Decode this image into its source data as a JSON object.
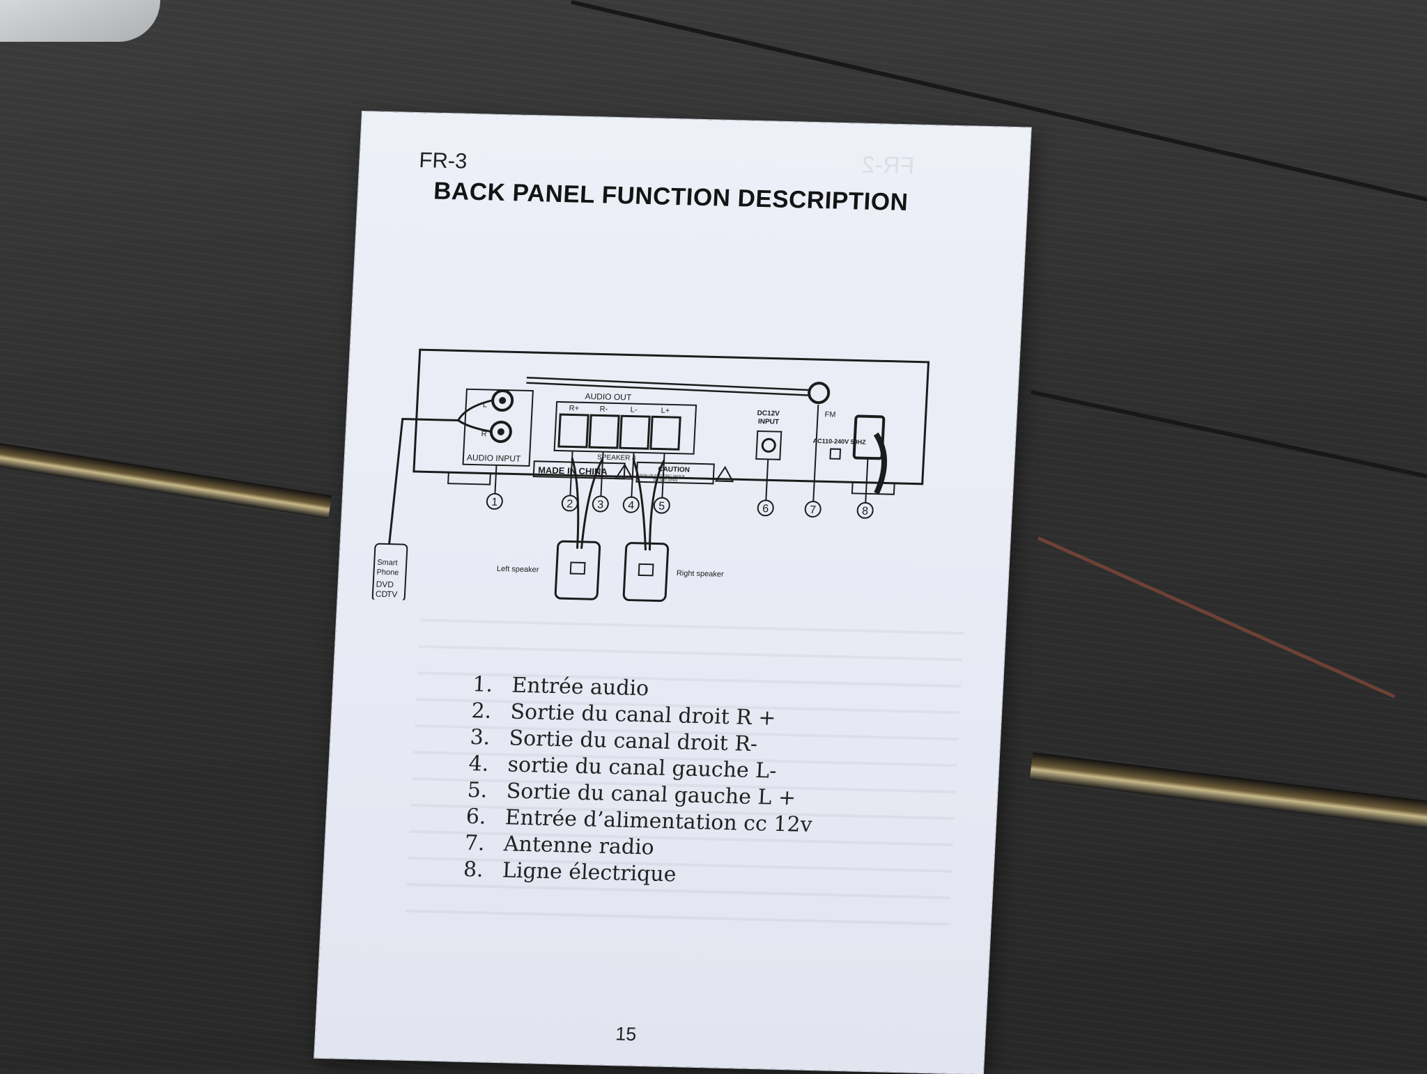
{
  "scene": {
    "description_hidden": false,
    "colors": {
      "table": "#2b2c2b",
      "paper": "#eceef7",
      "ink": "#1c1c1c"
    }
  },
  "manual": {
    "model": "FR-3",
    "title": "BACK PANEL FUNCTION DESCRIPTION",
    "page_number": "15",
    "diagram": {
      "audio_out": "AUDIO OUT",
      "channels": [
        "R+",
        "R-",
        "L-",
        "L+"
      ],
      "speaker_label": "SPEAKER 4",
      "audio_input": "AUDIO INPUT",
      "input_l": "L",
      "input_r": "R",
      "made_in": "MADE IN CHINA",
      "caution": "CAUTION",
      "caution_sub1": "RISK OF ELECTRIC SHOCK",
      "caution_sub2": "DO NOT OPEN",
      "dc_input_line1": "DC12V",
      "dc_input_line2": "INPUT",
      "fm": "FM",
      "ac_label": "AC110-240V 50HZ",
      "phone_line1": "Smart",
      "phone_line2": "Phone",
      "sources": [
        "DVD",
        "CD",
        "TV"
      ],
      "left_speaker": "Left speaker",
      "right_speaker": "Right speaker",
      "callouts": [
        "1",
        "2",
        "3",
        "4",
        "5",
        "6",
        "7",
        "8"
      ]
    },
    "functions": [
      {
        "num": "1.",
        "text": "Entrée audio"
      },
      {
        "num": "2.",
        "text": "Sortie du canal droit R +"
      },
      {
        "num": "3.",
        "text": "Sortie du canal droit R-"
      },
      {
        "num": "4.",
        "text": "sortie du canal gauche L-"
      },
      {
        "num": "5.",
        "text": "Sortie du canal gauche L +"
      },
      {
        "num": "6.",
        "text": "Entrée d’alimentation cc 12v"
      },
      {
        "num": "7.",
        "text": "Antenne radio"
      },
      {
        "num": "8.",
        "text": "Ligne électrique"
      }
    ]
  }
}
